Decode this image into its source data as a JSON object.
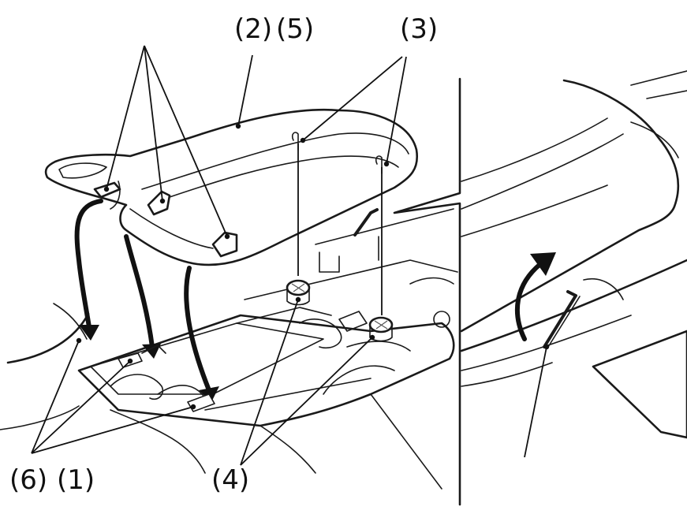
{
  "diagram": {
    "callouts": {
      "c1": "(1)",
      "c2": "(2)",
      "c3": "(3)",
      "c4": "(4)",
      "c5": "(5)",
      "c6": "(6)"
    },
    "colors": {
      "ink": "#111111",
      "background": "#ffffff"
    }
  }
}
